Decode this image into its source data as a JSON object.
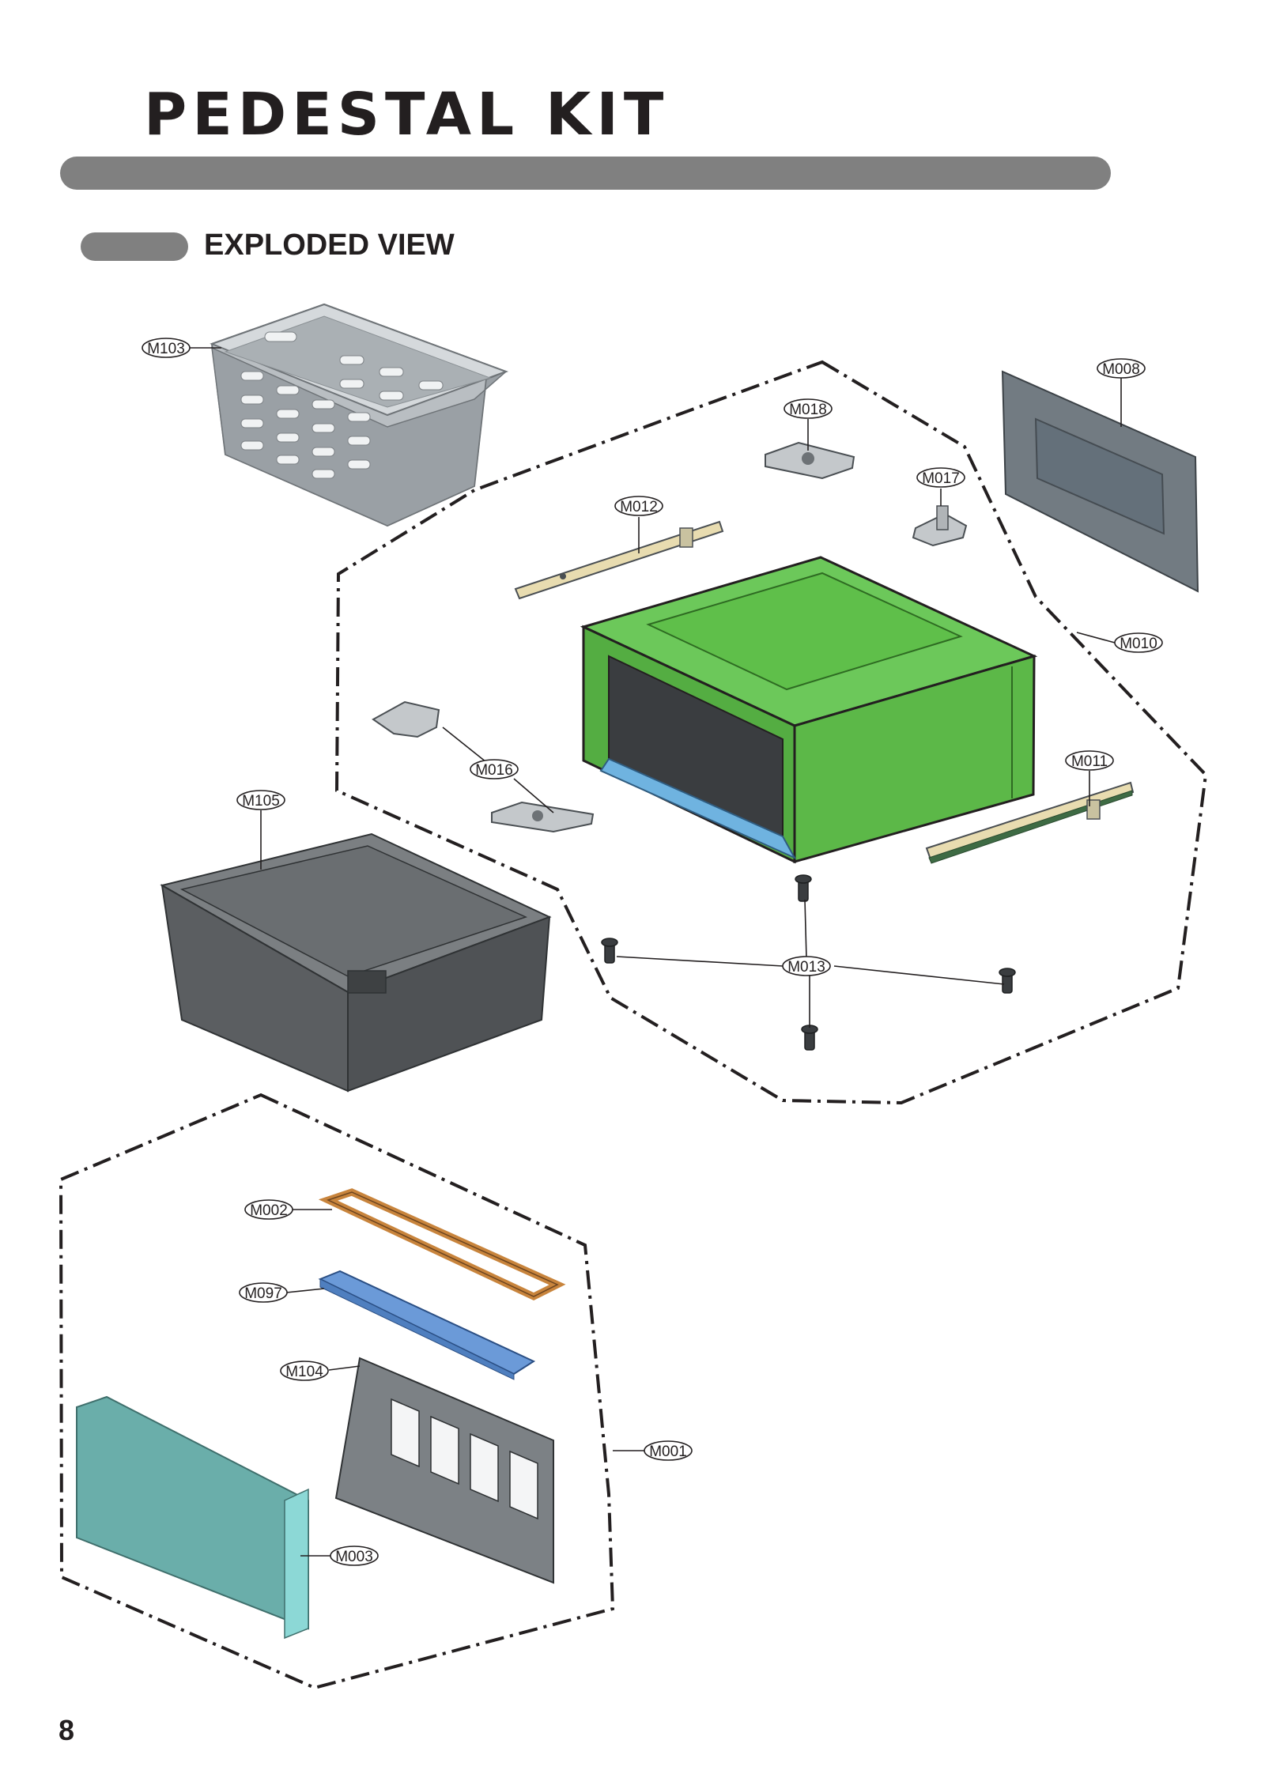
{
  "header": {
    "title": "PEDESTAL KIT",
    "section_title": "EXPLODED VIEW"
  },
  "page_number": "8",
  "callouts": {
    "m103": "M103",
    "m008": "M008",
    "m018": "M018",
    "m017": "M017",
    "m012": "M012",
    "m010": "M010",
    "m016": "M016",
    "m011": "M011",
    "m105": "M105",
    "m013": "M013",
    "m002": "M002",
    "m097": "M097",
    "m104": "M104",
    "m001": "M001",
    "m003": "M003"
  },
  "colors": {
    "header_bar": "#808080",
    "cabinet_green": "#5fbf4a",
    "cabinet_tray_blue": "#6fb3e0",
    "front_panel_teal": "#6aaeaa",
    "frame_orange": "#c8843c",
    "cover_blue": "#6b9ad8",
    "basket_gray": "#b9bec2",
    "drawer_dark": "#5b5e61"
  }
}
